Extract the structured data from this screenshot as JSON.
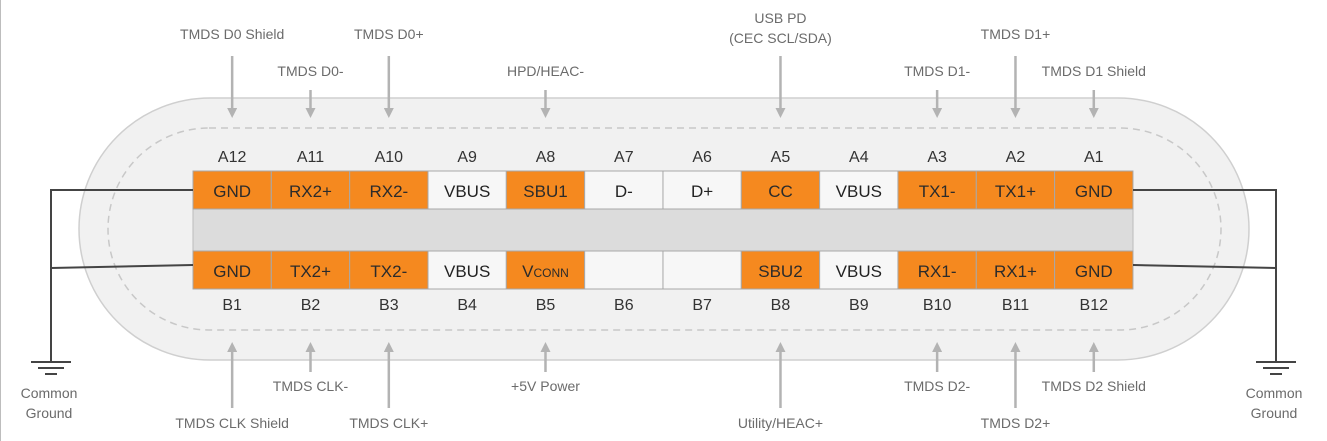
{
  "colors": {
    "orange": "#f5891f",
    "white_cell": "#f7f7f7",
    "gray_band": "#dcdcdc",
    "body_fill": "#f1f1f1",
    "outline": "#cfcfcf",
    "dashed": "#c8c8c8",
    "arrow": "#b3b3b3",
    "ground_wire": "#444444"
  },
  "top_row": [
    {
      "pin": "A12",
      "signal": "GND",
      "highlight": true
    },
    {
      "pin": "A11",
      "signal": "RX2+",
      "highlight": true
    },
    {
      "pin": "A10",
      "signal": "RX2-",
      "highlight": true
    },
    {
      "pin": "A9",
      "signal": "VBUS",
      "highlight": false
    },
    {
      "pin": "A8",
      "signal": "SBU1",
      "highlight": true
    },
    {
      "pin": "A7",
      "signal": "D-",
      "highlight": false
    },
    {
      "pin": "A6",
      "signal": "D+",
      "highlight": false
    },
    {
      "pin": "A5",
      "signal": "CC",
      "highlight": true
    },
    {
      "pin": "A4",
      "signal": "VBUS",
      "highlight": false
    },
    {
      "pin": "A3",
      "signal": "TX1-",
      "highlight": true
    },
    {
      "pin": "A2",
      "signal": "TX1+",
      "highlight": true
    },
    {
      "pin": "A1",
      "signal": "GND",
      "highlight": true
    }
  ],
  "bottom_row": [
    {
      "pin": "B1",
      "signal": "GND",
      "highlight": true
    },
    {
      "pin": "B2",
      "signal": "TX2+",
      "highlight": true
    },
    {
      "pin": "B3",
      "signal": "TX2-",
      "highlight": true
    },
    {
      "pin": "B4",
      "signal": "VBUS",
      "highlight": false
    },
    {
      "pin": "B5",
      "signal": "V",
      "signal_sub": "CONN",
      "highlight": true
    },
    {
      "pin": "B6",
      "signal": "",
      "highlight": false
    },
    {
      "pin": "B7",
      "signal": "",
      "highlight": false
    },
    {
      "pin": "B8",
      "signal": "SBU2",
      "highlight": true
    },
    {
      "pin": "B9",
      "signal": "VBUS",
      "highlight": false
    },
    {
      "pin": "B10",
      "signal": "RX1-",
      "highlight": true
    },
    {
      "pin": "B11",
      "signal": "RX1+",
      "highlight": true
    },
    {
      "pin": "B12",
      "signal": "GND",
      "highlight": true
    }
  ],
  "top_signals": [
    {
      "col": 0,
      "label": "TMDS D0 Shield",
      "level": "high"
    },
    {
      "col": 1,
      "label": "TMDS D0-",
      "level": "low"
    },
    {
      "col": 2,
      "label": "TMDS D0+",
      "level": "high"
    },
    {
      "col": 4,
      "label": "HPD/HEAC-",
      "level": "low"
    },
    {
      "col": 7,
      "label": "USB PD",
      "label2": "(CEC SCL/SDA)",
      "level": "high"
    },
    {
      "col": 9,
      "label": "TMDS D1-",
      "level": "low"
    },
    {
      "col": 10,
      "label": "TMDS D1+",
      "level": "high"
    },
    {
      "col": 11,
      "label": "TMDS D1 Shield",
      "level": "low"
    }
  ],
  "bottom_signals": [
    {
      "col": 0,
      "label": "TMDS CLK Shield",
      "level": "far"
    },
    {
      "col": 1,
      "label": "TMDS CLK-",
      "level": "near"
    },
    {
      "col": 2,
      "label": "TMDS CLK+",
      "level": "far"
    },
    {
      "col": 4,
      "label": "+5V Power",
      "level": "near"
    },
    {
      "col": 7,
      "label": "Utility/HEAC+",
      "level": "far"
    },
    {
      "col": 9,
      "label": "TMDS D2-",
      "level": "near"
    },
    {
      "col": 10,
      "label": "TMDS D2+",
      "level": "far"
    },
    {
      "col": 11,
      "label": "TMDS D2 Shield",
      "level": "near"
    }
  ],
  "grounds": {
    "left": {
      "line1": "Common",
      "line2": "Ground"
    },
    "right": {
      "line1": "Common",
      "line2": "Ground"
    }
  }
}
